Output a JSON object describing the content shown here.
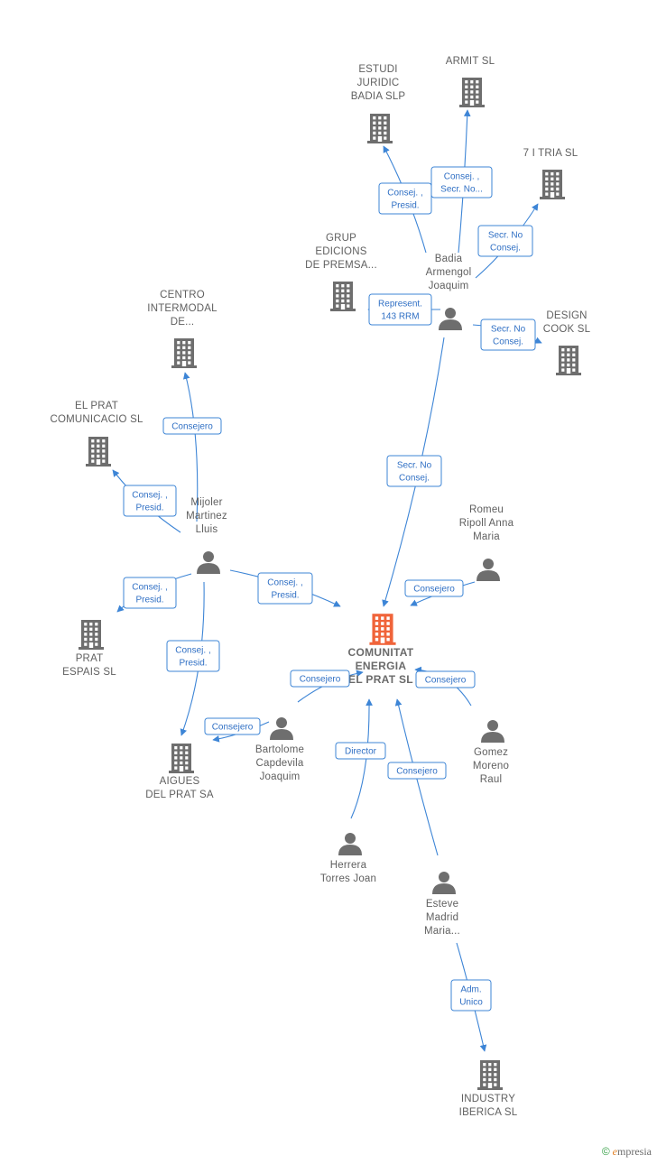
{
  "colors": {
    "accent": "#3d85d6",
    "icon": "#6e6e6e",
    "center": "#f0643a"
  },
  "nodes": [
    {
      "id": "center",
      "type": "company",
      "lines": [
        "COMUNITAT",
        "ENERGIA",
        "EL PRAT  SL"
      ]
    },
    {
      "id": "estudi",
      "type": "company",
      "lines": [
        "ESTUDI",
        "JURIDIC",
        "BADIA  SLP"
      ]
    },
    {
      "id": "armit",
      "type": "company",
      "lines": [
        "ARMIT SL"
      ]
    },
    {
      "id": "7itria",
      "type": "company",
      "lines": [
        "7 I TRIA  SL"
      ]
    },
    {
      "id": "grup",
      "type": "company",
      "lines": [
        "GRUP",
        "EDICIONS",
        "DE PREMSA..."
      ]
    },
    {
      "id": "design",
      "type": "company",
      "lines": [
        "DESIGN",
        "COOK  SL"
      ]
    },
    {
      "id": "centro",
      "type": "company",
      "lines": [
        "CENTRO",
        "INTERMODAL",
        "DE..."
      ]
    },
    {
      "id": "elprat",
      "type": "company",
      "lines": [
        "EL PRAT",
        "COMUNICACIO SL"
      ]
    },
    {
      "id": "pratespais",
      "type": "company",
      "lines": [
        "PRAT",
        "ESPAIS SL"
      ]
    },
    {
      "id": "aigues",
      "type": "company",
      "lines": [
        "AIGUES",
        "DEL PRAT SA"
      ]
    },
    {
      "id": "industry",
      "type": "company",
      "lines": [
        "INDUSTRY",
        "IBERICA SL"
      ]
    },
    {
      "id": "badia",
      "type": "person",
      "lines": [
        "Badia",
        "Armengol",
        "Joaquim"
      ]
    },
    {
      "id": "mijoler",
      "type": "person",
      "lines": [
        "Mijoler",
        "Martinez",
        "Lluis"
      ]
    },
    {
      "id": "romeu",
      "type": "person",
      "lines": [
        "Romeu",
        "Ripoll Anna",
        "Maria"
      ]
    },
    {
      "id": "bartolome",
      "type": "person",
      "lines": [
        "Bartolome",
        "Capdevila",
        "Joaquim"
      ]
    },
    {
      "id": "gomez",
      "type": "person",
      "lines": [
        "Gomez",
        "Moreno",
        "Raul"
      ]
    },
    {
      "id": "herrera",
      "type": "person",
      "lines": [
        "Herrera",
        "Torres Joan"
      ]
    },
    {
      "id": "esteve",
      "type": "person",
      "lines": [
        "Esteve",
        "Madrid",
        "Maria..."
      ]
    }
  ],
  "relations": [
    {
      "id": "r-badia-estudi",
      "lines": [
        "Consej. ,",
        "Presid."
      ]
    },
    {
      "id": "r-badia-armit",
      "lines": [
        "Consej. ,",
        "Secr. No..."
      ]
    },
    {
      "id": "r-badia-7itria",
      "lines": [
        "Secr.  No",
        "Consej."
      ]
    },
    {
      "id": "r-badia-grup",
      "lines": [
        "Represent.",
        "143 RRM"
      ]
    },
    {
      "id": "r-badia-design",
      "lines": [
        "Secr.  No",
        "Consej."
      ]
    },
    {
      "id": "r-badia-center",
      "lines": [
        "Secr.  No",
        "Consej."
      ]
    },
    {
      "id": "r-mijoler-centro",
      "lines": [
        "Consejero"
      ]
    },
    {
      "id": "r-mijoler-elprat",
      "lines": [
        "Consej. ,",
        "Presid."
      ]
    },
    {
      "id": "r-mijoler-pratespais",
      "lines": [
        "Consej. ,",
        "Presid."
      ]
    },
    {
      "id": "r-mijoler-center",
      "lines": [
        "Consej. ,",
        "Presid."
      ]
    },
    {
      "id": "r-mijoler-aigues",
      "lines": [
        "Consej. ,",
        "Presid."
      ]
    },
    {
      "id": "r-romeu-center",
      "lines": [
        "Consejero"
      ]
    },
    {
      "id": "r-bartolome-center",
      "lines": [
        "Consejero"
      ]
    },
    {
      "id": "r-bartolome-aigues",
      "lines": [
        "Consejero"
      ]
    },
    {
      "id": "r-gomez-center",
      "lines": [
        "Consejero"
      ]
    },
    {
      "id": "r-herrera-center",
      "lines": [
        "Director"
      ]
    },
    {
      "id": "r-esteve-center",
      "lines": [
        "Consejero"
      ]
    },
    {
      "id": "r-esteve-industry",
      "lines": [
        "Adm.",
        "Unico"
      ]
    }
  ],
  "footer": {
    "copyright": "©",
    "brand_initial": "e",
    "brand_rest": "mpresia"
  }
}
